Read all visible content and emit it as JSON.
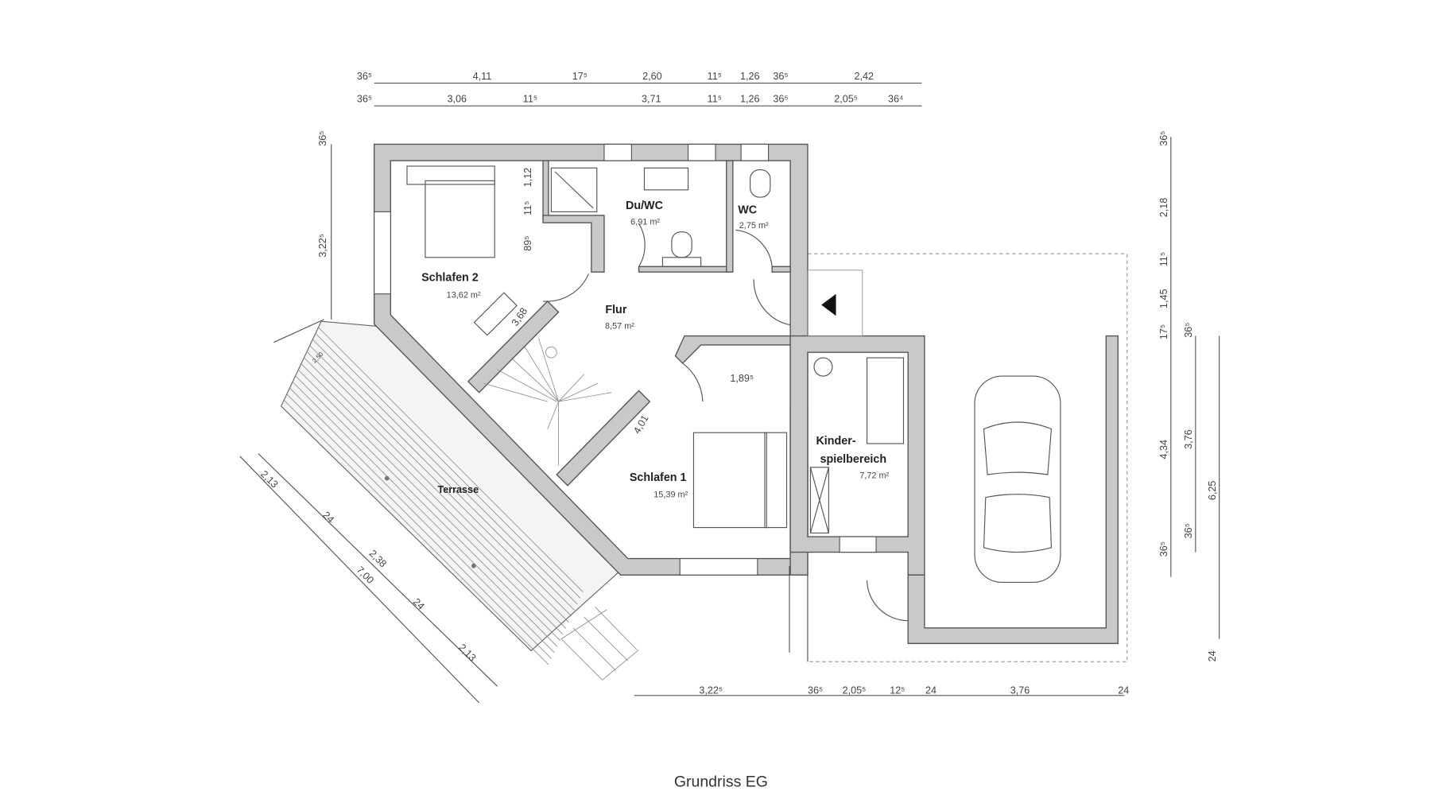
{
  "title": "Grundriss EG",
  "rooms": {
    "schlafen2": {
      "name": "Schlafen 2",
      "area": "13,62 m²"
    },
    "duwc": {
      "name": "Du/WC",
      "area": "6,91 m²"
    },
    "wc": {
      "name": "WC",
      "area": "2,75 m²"
    },
    "flur": {
      "name": "Flur",
      "area": "8,57 m²"
    },
    "schlafen1": {
      "name": "Schlafen 1",
      "area": "15,39 m²"
    },
    "kinder": {
      "name1": "Kinder-",
      "name2": "spielbereich",
      "area": "7,72 m²"
    },
    "terrasse": {
      "name": "Terrasse"
    }
  },
  "dims": {
    "top1": [
      "36⁵",
      "4,11",
      "17⁵",
      "2,60",
      "11⁵",
      "1,26",
      "36⁵",
      "2,42"
    ],
    "top2": [
      "36⁵",
      "3,06",
      "11⁵",
      "3,71",
      "11⁵",
      "1,26",
      "36⁵",
      "2,05⁵",
      "36⁴"
    ],
    "left": [
      "36⁵",
      "3,22⁵"
    ],
    "right1": [
      "36⁵",
      "2,18",
      "11⁵",
      "1,45",
      "17⁵",
      "4,34",
      "36⁵"
    ],
    "right2": [
      "36⁵",
      "3,76",
      "36⁵"
    ],
    "right3": [
      "6,25",
      "24"
    ],
    "bottom": [
      "3,22⁵",
      "36⁵",
      "2,05⁵",
      "12⁵",
      "24",
      "3,76",
      "24"
    ],
    "interior": [
      "1,12",
      "11⁵",
      "89⁵",
      "3,68",
      "1,89⁵",
      "4,01",
      "2,50"
    ],
    "terrace": [
      "2,13",
      "24",
      "2,38",
      "7,00",
      "24",
      "2,13"
    ]
  },
  "colors": {
    "wall": "#c9c9c9",
    "line": "#555555"
  }
}
